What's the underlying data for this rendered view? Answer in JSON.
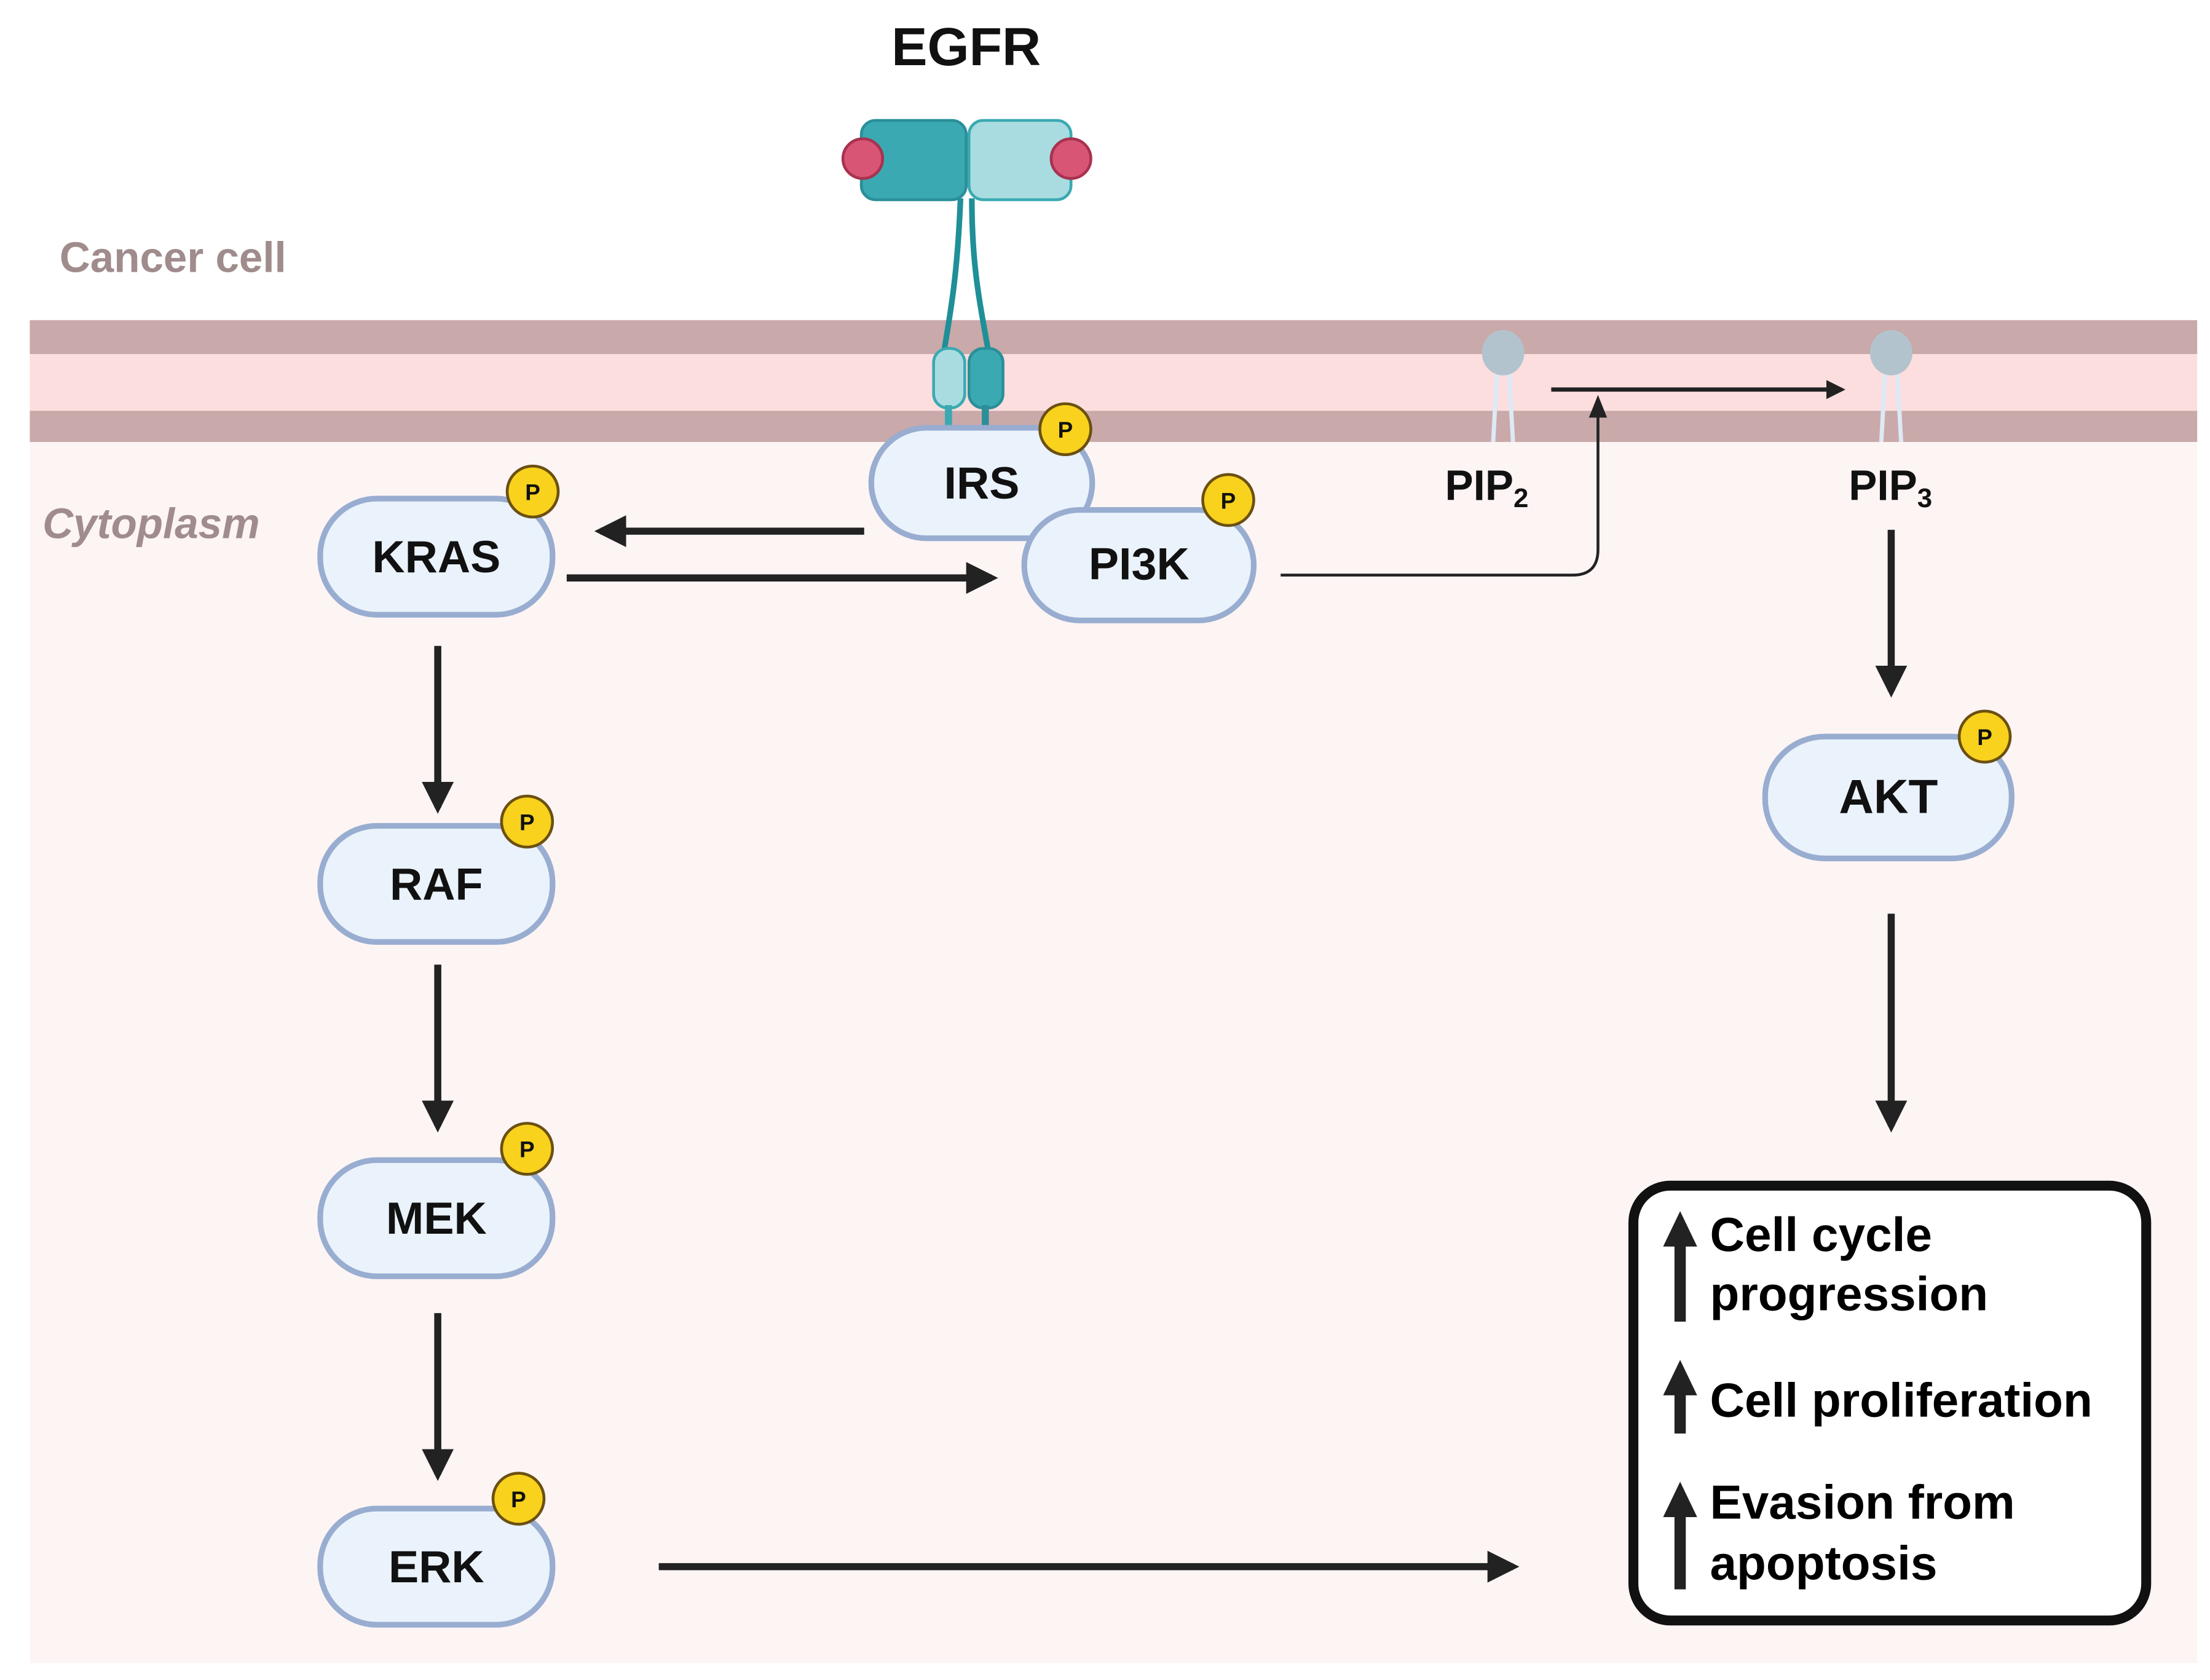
{
  "title": "EGFR",
  "regions": {
    "extracellular": "Cancer cell",
    "intracellular": "Cytoplasm"
  },
  "colors": {
    "membrane_outer": "#c9a9a9",
    "membrane_inner": "#fcdede",
    "cytoplasm": "#fdf4f4",
    "node_fill": "#eaf2fb",
    "node_stroke": "#98add0",
    "phospho_fill": "#f8d21c",
    "phospho_stroke": "#6b5012",
    "receptor_dark": "#3aa9b2",
    "receptor_light": "#a9dce0",
    "ligand": "#d95576",
    "lipid_head": "#b3c3cd",
    "arrow": "#222222"
  },
  "phospho_label": "P",
  "nodes": {
    "irs": "IRS",
    "pi3k": "PI3K",
    "kras": "KRAS",
    "raf": "RAF",
    "mek": "MEK",
    "erk": "ERK",
    "akt": "AKT"
  },
  "lipids": {
    "pip2": {
      "base": "PIP",
      "sub": "2"
    },
    "pip3": {
      "base": "PIP",
      "sub": "3"
    }
  },
  "outcomes": {
    "line1a": "Cell cycle",
    "line1b": "progression",
    "line2": "Cell proliferation",
    "line3a": "Evasion from",
    "line3b": "apoptosis"
  },
  "edges": [
    {
      "from": "IRS",
      "to": "KRAS"
    },
    {
      "from": "KRAS",
      "to": "PI3K"
    },
    {
      "from": "PI3K",
      "to": "PIP2→PIP3 conversion"
    },
    {
      "from": "PIP2",
      "to": "PIP3"
    },
    {
      "from": "PIP3",
      "to": "AKT"
    },
    {
      "from": "AKT",
      "to": "Outcomes"
    },
    {
      "from": "KRAS",
      "to": "RAF"
    },
    {
      "from": "RAF",
      "to": "MEK"
    },
    {
      "from": "MEK",
      "to": "ERK"
    },
    {
      "from": "ERK",
      "to": "Outcomes"
    }
  ]
}
